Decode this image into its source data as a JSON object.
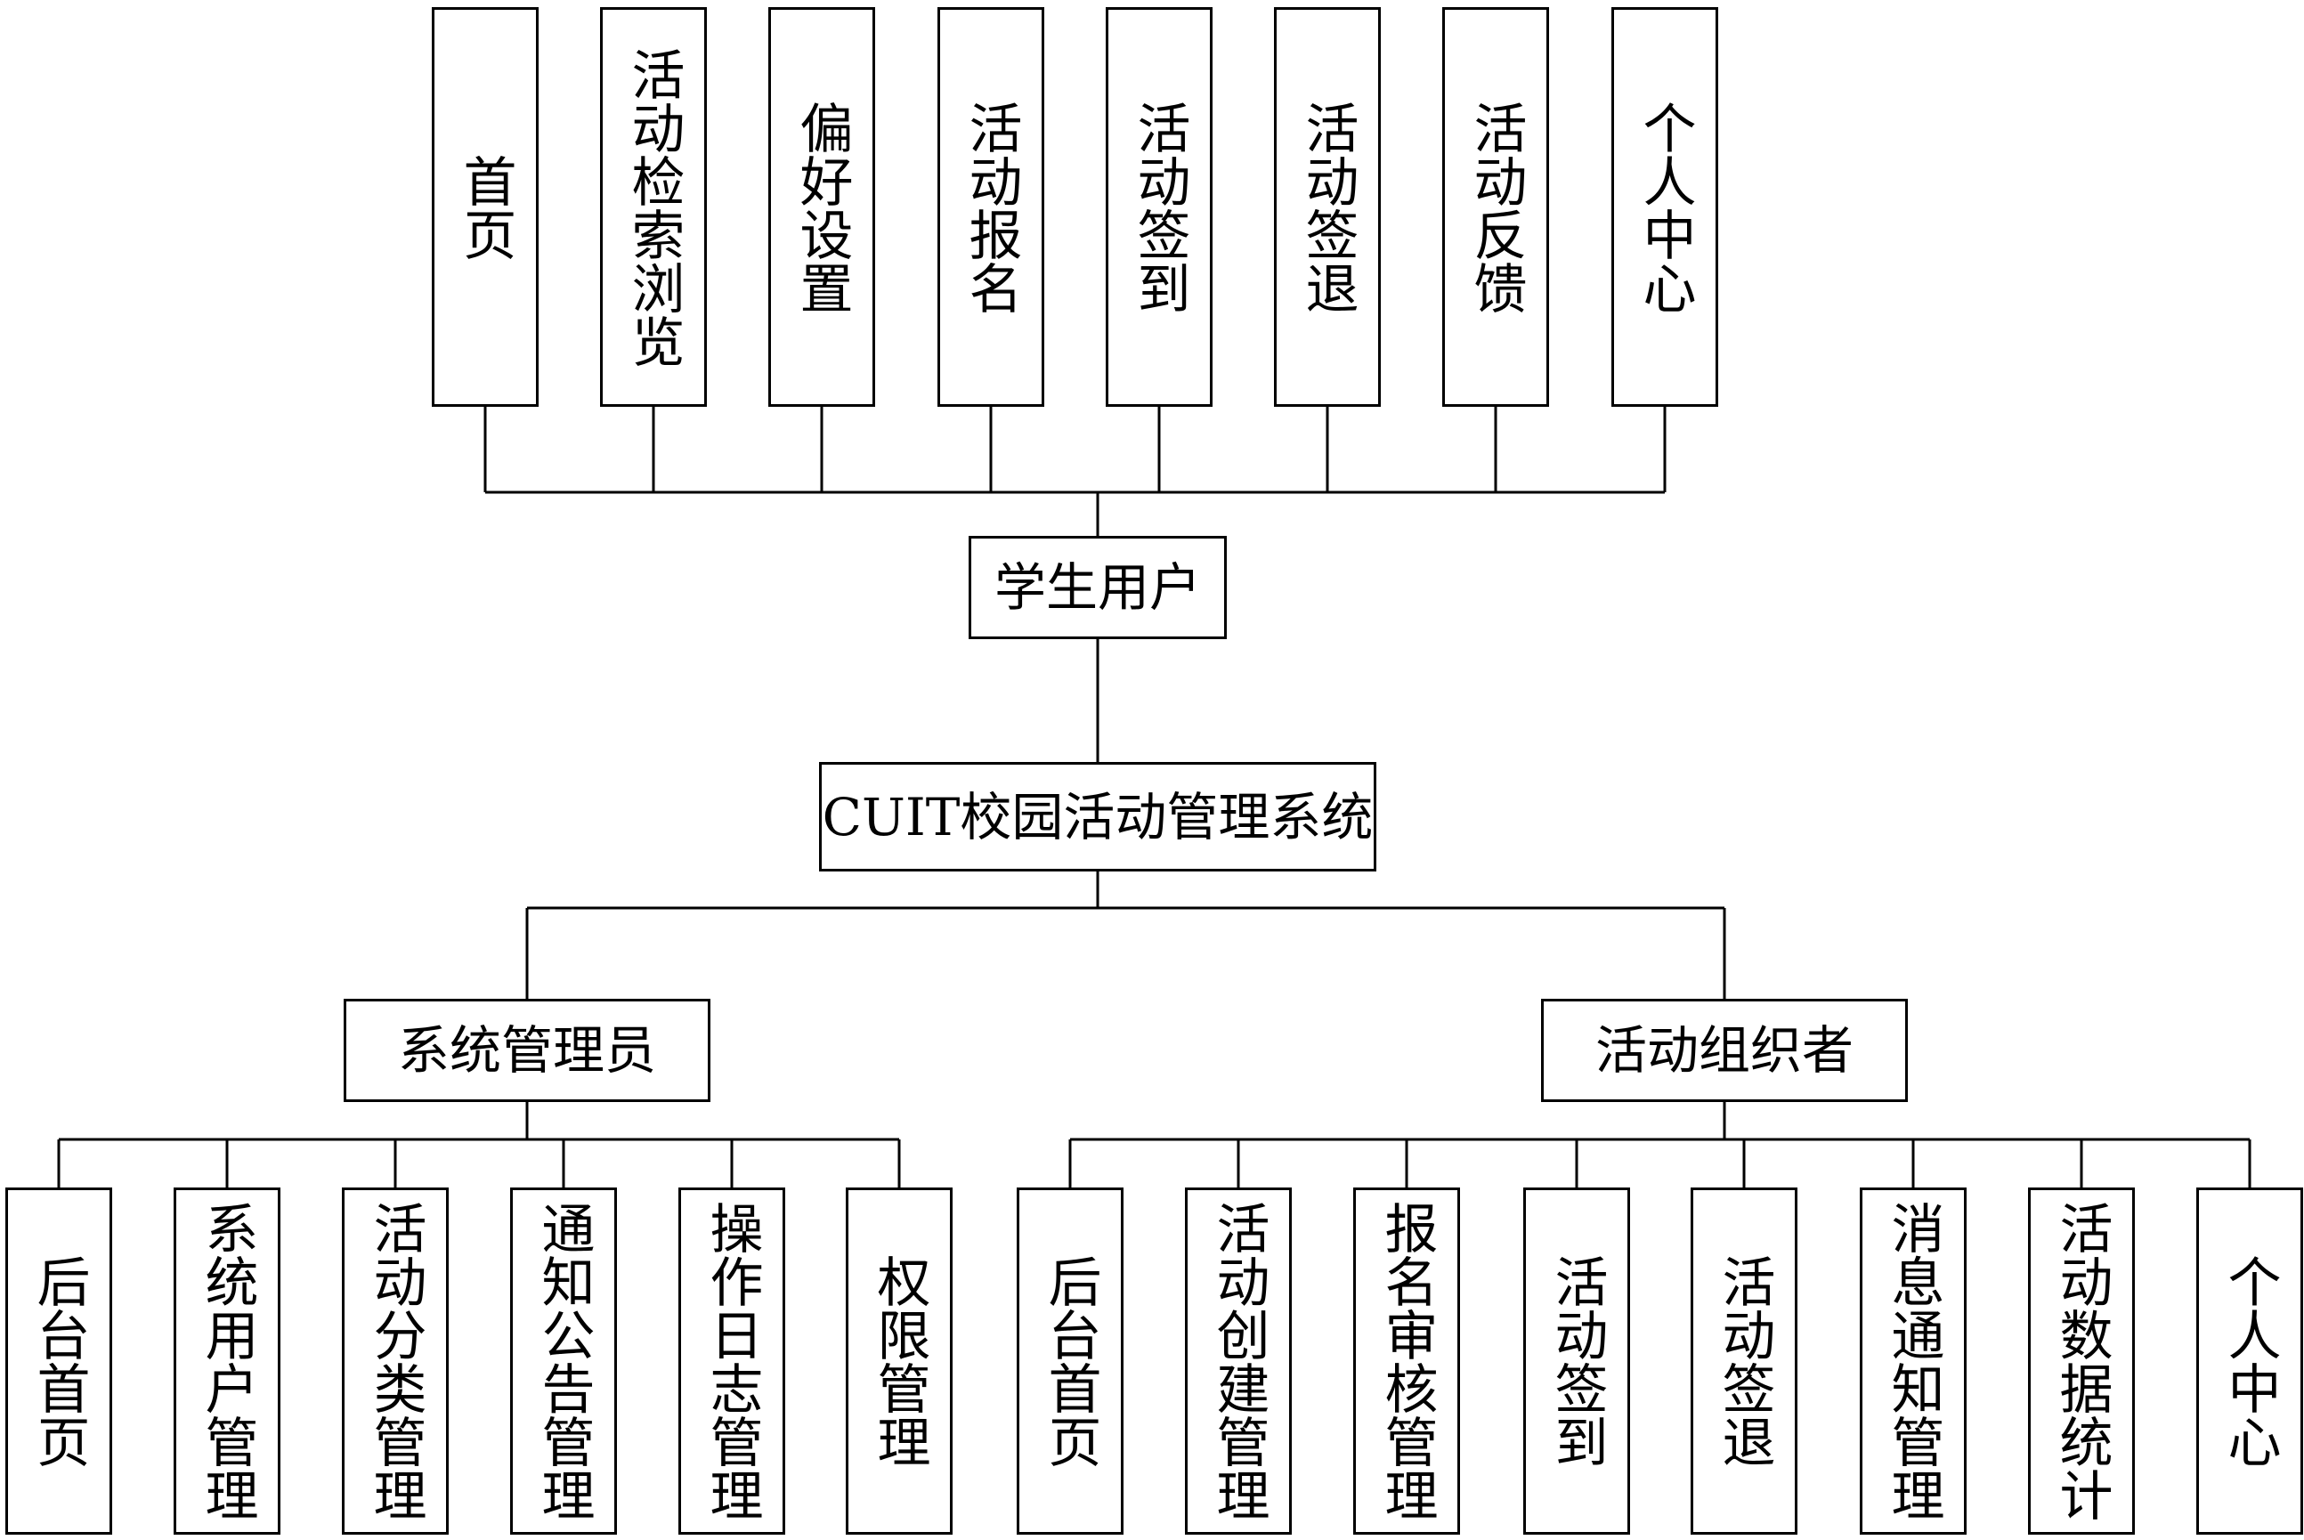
{
  "system": {
    "label": "CUIT校园活动管理系统"
  },
  "student": {
    "label": "学生用户",
    "functions": [
      "首页",
      "活动检索浏览",
      "偏好设置",
      "活动报名",
      "活动签到",
      "活动签退",
      "活动反馈",
      "个人中心"
    ]
  },
  "admin": {
    "label": "系统管理员",
    "functions": [
      "后台首页",
      "系统用户管理",
      "活动分类管理",
      "通知公告管理",
      "操作日志管理",
      "权限管理"
    ]
  },
  "organizer": {
    "label": "活动组织者",
    "functions": [
      "后台首页",
      "活动创建管理",
      "报名审核管理",
      "活动签到",
      "活动签退",
      "消息通知管理",
      "活动数据统计",
      "个人中心"
    ]
  }
}
